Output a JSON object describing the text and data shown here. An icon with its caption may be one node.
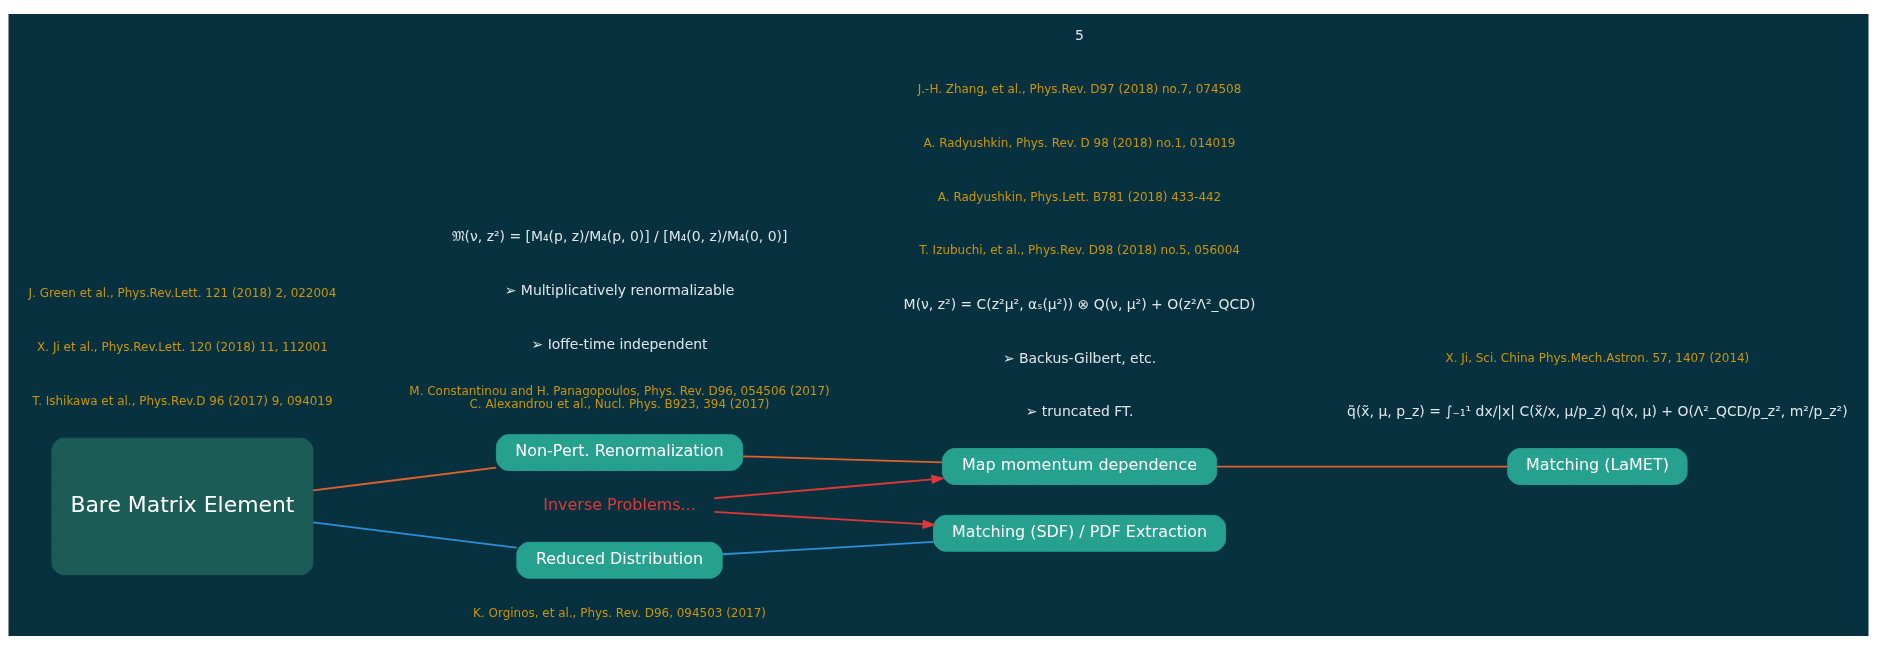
{
  "diagram": {
    "nodes": [
      {
        "text": [
          "Bare Matrix Element"
        ]
      },
      {
        "text": [
          "Non-Pert. Renormalization"
        ],
        "beside": [
          "M. Constantinou and H. Panagopoulos, Phys. Rev. D96, 054506 (2017)",
          "C. Alexandrou et al., Nucl. Phys. B923, 394 (2017)"
        ]
      },
      {
        "text": [
          "Reduced Distribution"
        ],
        "beside": [
          "K. Orginos, et al., Phys. Rev. D96, 094503 (2017)"
        ]
      },
      {
        "text": [
          "Map momentum dependence"
        ]
      },
      {
        "text": [
          "Matching (LaMET)"
        ]
      },
      {
        "text": [
          "Matching (SDF) / PDF Extraction"
        ]
      },
      {
        "text": [
          "Inverse Problems..."
        ]
      }
    ],
    "edges": [
      {
        "from": 0,
        "to": 1,
        "arrow": "none",
        "color": "#e0612a"
      },
      {
        "from": 0,
        "to": 2,
        "arrow": "none",
        "color": "#2f8fd6"
      },
      {
        "from": 1,
        "to": 3,
        "arrow": "none",
        "color": "#e0612a"
      },
      {
        "from": 3,
        "to": 4,
        "arrow": "none",
        "color": "#e0612a"
      },
      {
        "from": 2,
        "to": 5,
        "arrow": "none",
        "color": "#2f8fd6"
      },
      {
        "from": 6,
        "to": 3,
        "arrow": "to",
        "color": "#e03838"
      },
      {
        "from": 6,
        "to": 5,
        "arrow": "to",
        "color": "#e03838"
      }
    ],
    "labels": [
      "➢ truncated FT.",
      "➢ Backus-Gilbert, etc.",
      "q̃(x̃, μ, p_z) = ∫₋₁¹ dx/|x| C(x̃/x, μ/p_z) q(x, μ) + O(Λ²_QCD/p_z², m²/p_z²)",
      "X. Ji, Sci. China Phys.Mech.Astron. 57, 1407 (2014)",
      "➢ Ioffe-time independent",
      "➢ Multiplicatively renormalizable",
      "T. Ishikawa et al., Phys.Rev.D 96 (2017) 9, 094019",
      "X. Ji et al., Phys.Rev.Lett. 120 (2018) 11, 112001",
      "J. Green et al., Phys.Rev.Lett. 121 (2018) 2, 022004",
      "M(ν, z²) = C(z²μ², αₛ(μ²)) ⊗ Q(ν, μ²) + O(z²Λ²_QCD)",
      "T. Izubuchi, et al., Phys.Rev. D98 (2018) no.5, 056004",
      "A. Radyushkin, Phys.Lett. B781 (2018) 433-442",
      "A. Radyushkin, Phys. Rev. D 98 (2018) no.1, 014019",
      "J.-H. Zhang, et al., Phys.Rev. D97 (2018) no.7, 074508",
      "𝔐(ν, z²) = [M₄(p, z)/M₄(p, 0)] / [M₄(0, z)/M₄(0, 0)]",
      "5"
    ]
  }
}
